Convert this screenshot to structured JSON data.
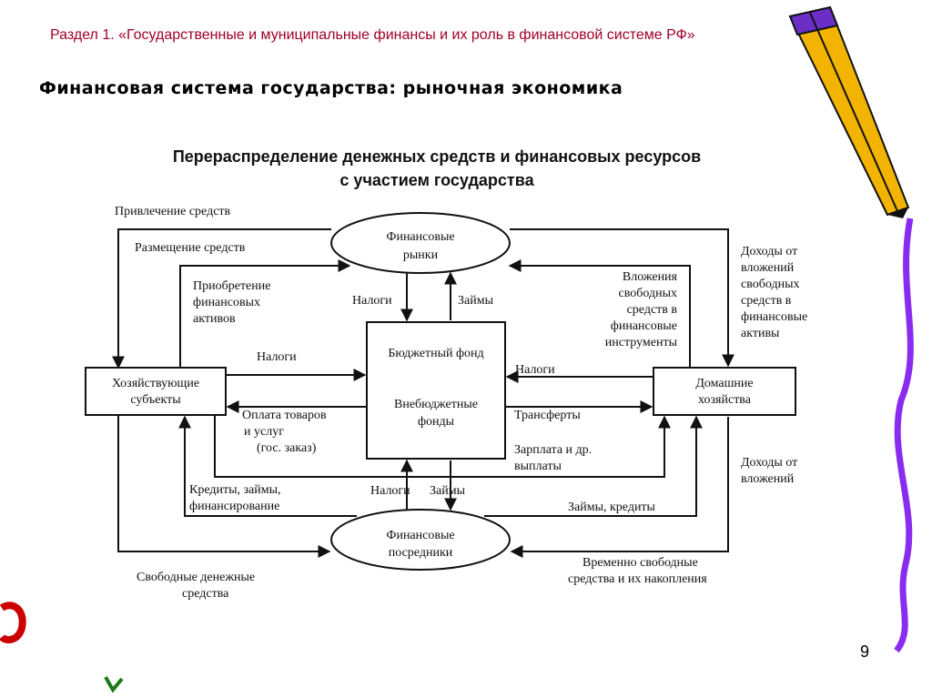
{
  "section_title": "Раздел 1. «Государственные и муниципальные финансы и их роль в финансовой системе РФ»",
  "slide_heading": "Финансовая система государства: рыночная экономика",
  "page_number": "9",
  "diagram": {
    "title_line1": "Перераспределение денежных средств и финансовых ресурсов",
    "title_line2": "с участием государства",
    "nodes": {
      "markets_1": "Финансовые",
      "markets_2": "рынки",
      "business_1": "Хозяйствующие",
      "business_2": "субъекты",
      "budget_1": "Бюджетный фонд",
      "budget_2": "Внебюджетные",
      "budget_3": "фонды",
      "households_1": "Домашние",
      "households_2": "хозяйства",
      "intermediaries_1": "Финансовые",
      "intermediaries_2": "посредники"
    },
    "labels": {
      "raising": "Привлечение средств",
      "placement": "Размещение средств",
      "acq_1": "Приобретение",
      "acq_2": "финансовых",
      "acq_3": "активов",
      "taxes_top": "Налоги",
      "loans_top": "Займы",
      "inv_1": "Вложения",
      "inv_2": "свободных",
      "inv_3": "средств в",
      "inv_4": "финансовые",
      "inv_5": "инструменты",
      "inc_1": "Доходы от",
      "inc_2": "вложений",
      "inc_3": "свободных",
      "inc_4": "средств в",
      "inc_5": "финансовые",
      "inc_6": "активы",
      "taxes_left": "Налоги",
      "taxes_right": "Налоги",
      "pay_1": "Оплата товаров",
      "pay_2": "и услуг",
      "pay_3": "(гос. заказ)",
      "transfers": "Трансферты",
      "salary_1": "Зарплата и др.",
      "salary_2": "выплаты",
      "credits_1": "Кредиты, займы,",
      "credits_2": "финансирование",
      "taxes_bottom": "Налоги",
      "loans_bottom": "Займы",
      "loans_credits": "Займы, кредиты",
      "inc2_1": "Доходы от",
      "inc2_2": "вложений",
      "free_1": "Свободные денежные",
      "free_2": "средства",
      "temp_1": "Временно свободные",
      "temp_2": "средства и их накопления"
    }
  }
}
